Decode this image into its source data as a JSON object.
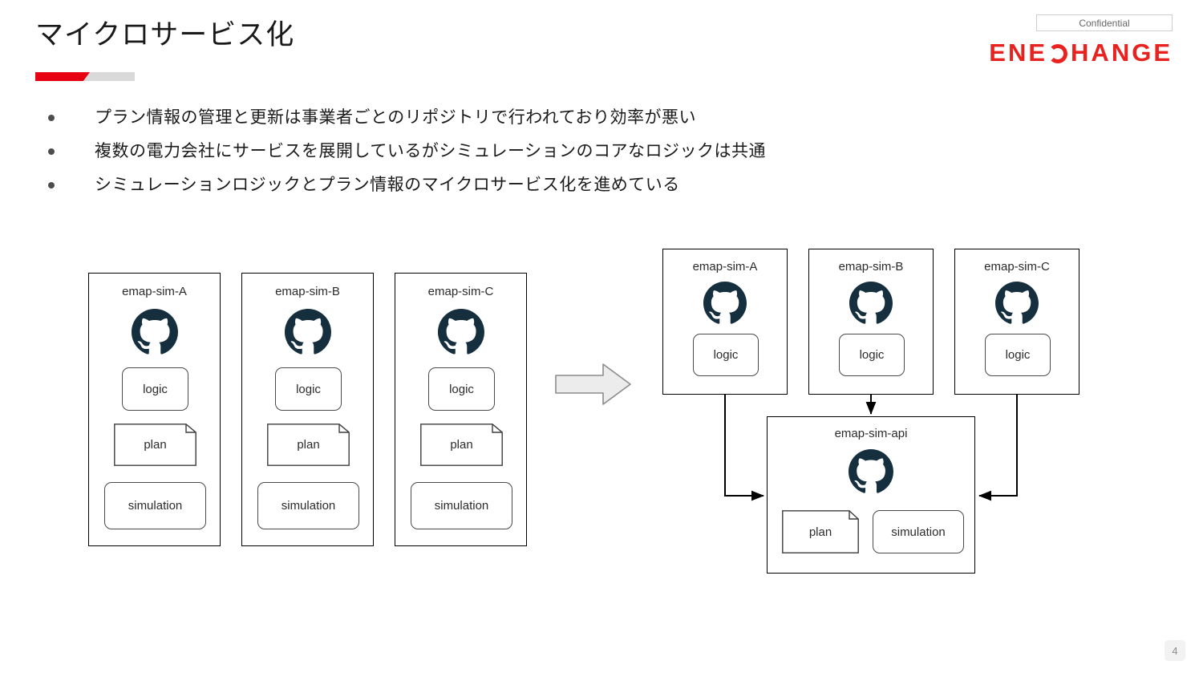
{
  "header": {
    "title": "マイクロサービス化",
    "confidential_label": "Confidential",
    "brand_part1": "ENE",
    "brand_part2": "HANGE",
    "accent_red": "#e60012",
    "accent_gray": "#d9d9d9",
    "brand_color": "#e8231f"
  },
  "bullets": [
    {
      "text": "プラン情報の管理と更新は事業者ごとのリポジトリで行われており効率が悪い"
    },
    {
      "text": "複数の電力会社にサービスを展開しているがシミュレーションのコアなロジックは共通"
    },
    {
      "text": "シミュレーションロジックとプラン情報のマイクロサービス化を進めている"
    }
  ],
  "diagram": {
    "before": {
      "boxes": [
        {
          "title": "emap-sim-A",
          "nodes": [
            {
              "label": "logic",
              "shape": "rounded"
            },
            {
              "label": "plan",
              "shape": "document"
            },
            {
              "label": "simulation",
              "shape": "rounded"
            }
          ]
        },
        {
          "title": "emap-sim-B",
          "nodes": [
            {
              "label": "logic",
              "shape": "rounded"
            },
            {
              "label": "plan",
              "shape": "document"
            },
            {
              "label": "simulation",
              "shape": "rounded"
            }
          ]
        },
        {
          "title": "emap-sim-C",
          "nodes": [
            {
              "label": "logic",
              "shape": "rounded"
            },
            {
              "label": "plan",
              "shape": "document"
            },
            {
              "label": "simulation",
              "shape": "rounded"
            }
          ]
        }
      ]
    },
    "transition_arrow": "block-arrow-right",
    "after": {
      "boxes": [
        {
          "title": "emap-sim-A",
          "nodes": [
            {
              "label": "logic",
              "shape": "rounded"
            }
          ]
        },
        {
          "title": "emap-sim-B",
          "nodes": [
            {
              "label": "logic",
              "shape": "rounded"
            }
          ]
        },
        {
          "title": "emap-sim-C",
          "nodes": [
            {
              "label": "logic",
              "shape": "rounded"
            }
          ]
        }
      ],
      "api_box": {
        "title": "emap-sim-api",
        "nodes": [
          {
            "label": "plan",
            "shape": "document"
          },
          {
            "label": "simulation",
            "shape": "rounded"
          }
        ]
      }
    },
    "octocat_color": "#152f3f"
  },
  "footer": {
    "page_number": "4"
  }
}
